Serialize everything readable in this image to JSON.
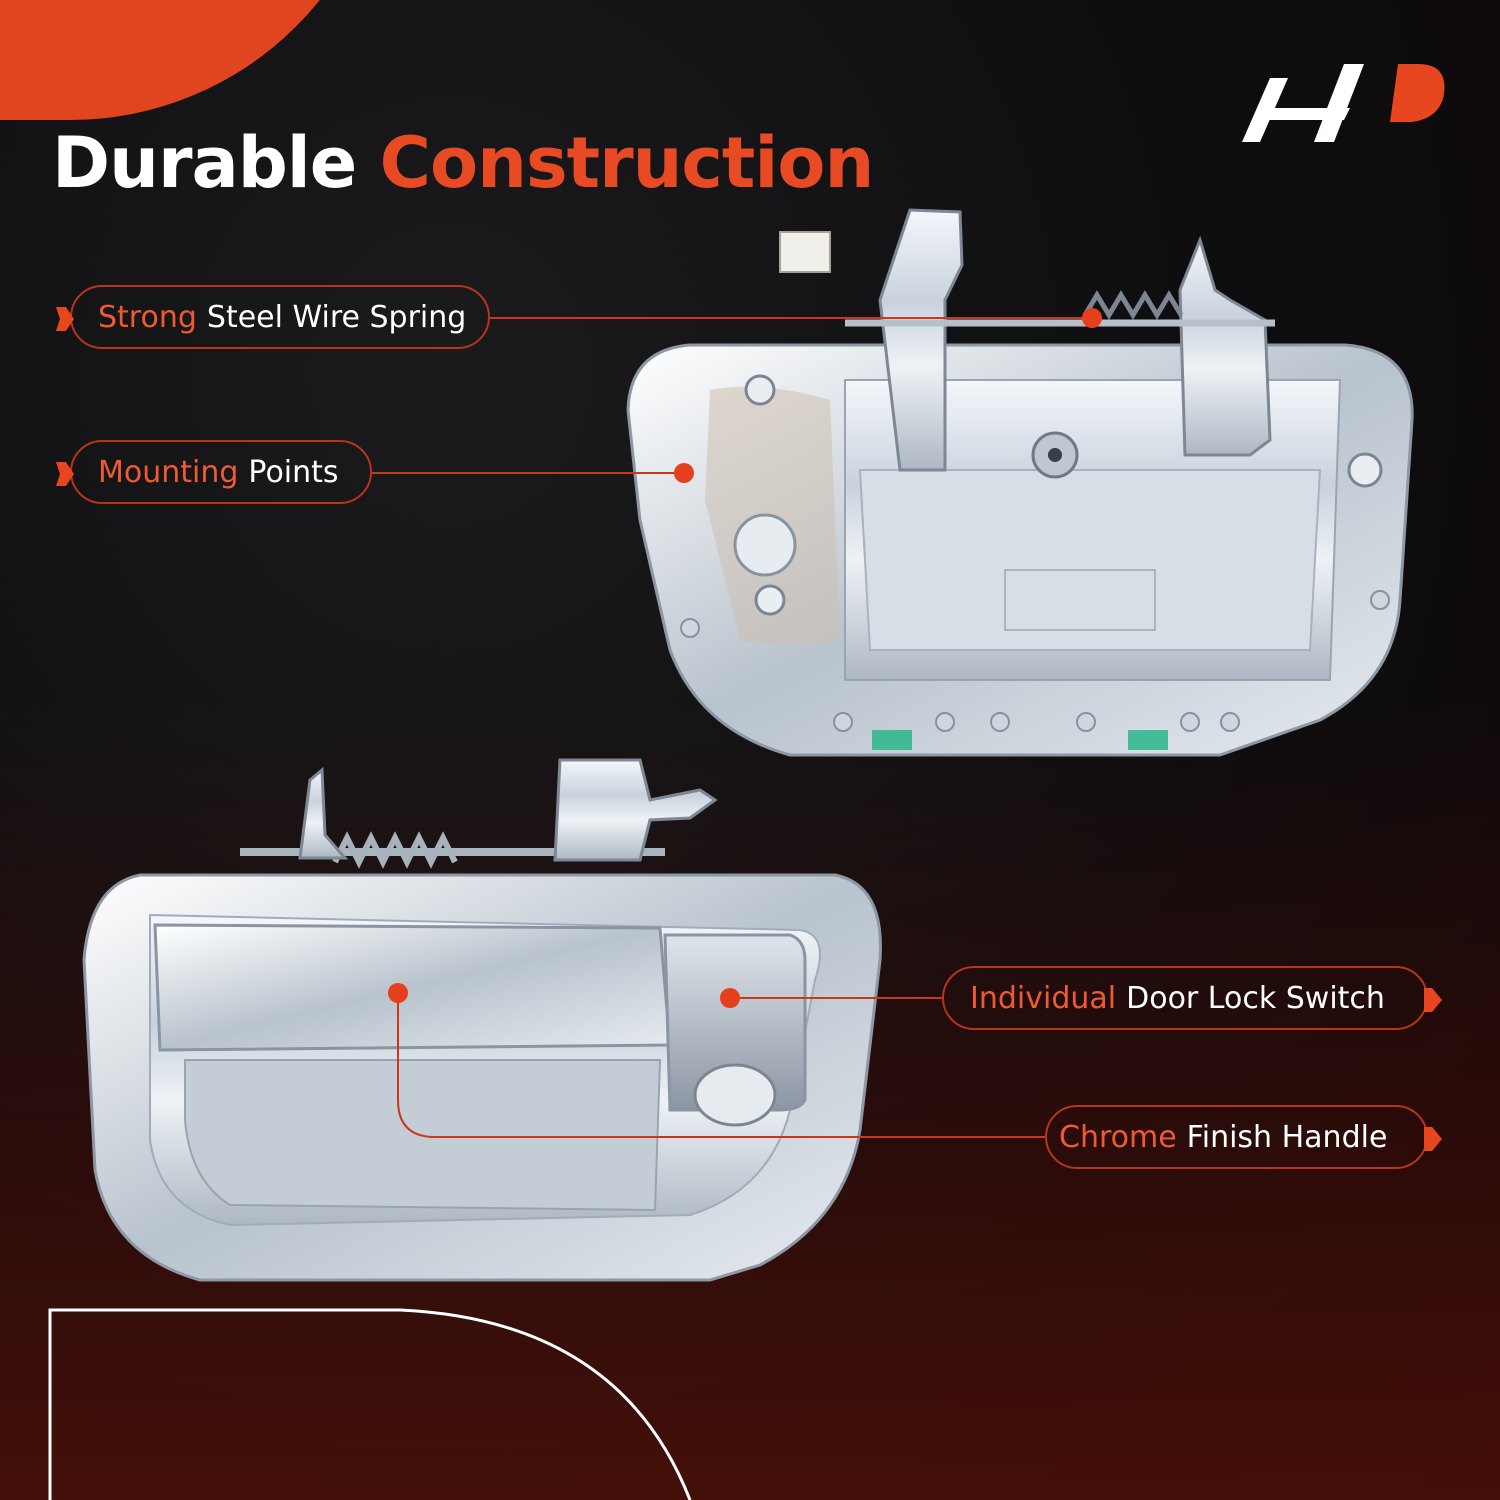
{
  "header": {
    "title_white": "Durable",
    "title_accent": "Construction"
  },
  "colors": {
    "accent": "#e84a24",
    "background": "#101012",
    "text": "#ffffff"
  },
  "callouts": [
    {
      "accent": "Strong",
      "text": "Steel Wire Spring"
    },
    {
      "accent": "Mounting",
      "text": "Points"
    },
    {
      "accent": "Individual",
      "text": "Door Lock Switch"
    },
    {
      "accent": "Chrome",
      "text": "Finish Handle"
    }
  ],
  "icons": [
    "brand-logo-icon",
    "callout-flag-icon",
    "callout-dot-icon"
  ]
}
